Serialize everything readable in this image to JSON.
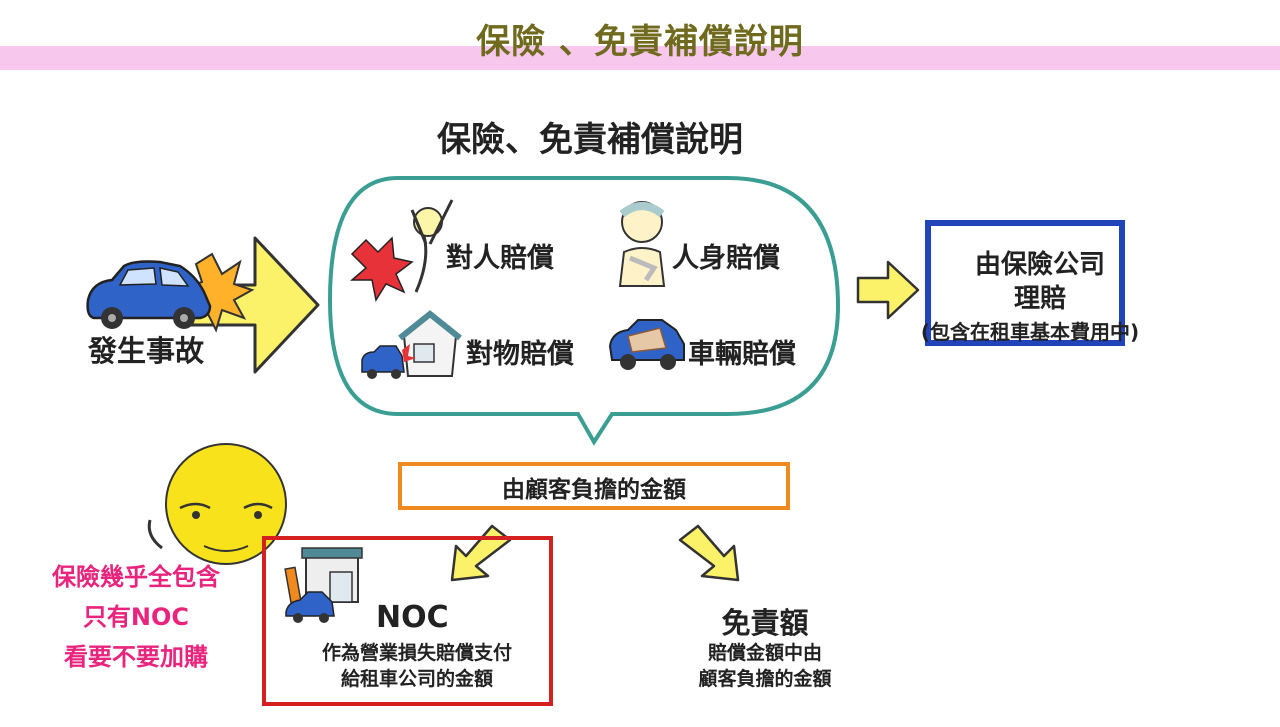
{
  "slide": {
    "title": "保險 、免責補償說明"
  },
  "diagram": {
    "title": "保險、免責補償說明",
    "start_label": "發生事故",
    "bubble_items": [
      {
        "label": "對人賠償",
        "icon": "injured-person-icon"
      },
      {
        "label": "人身賠償",
        "icon": "bandaged-person-icon"
      },
      {
        "label": "對物賠償",
        "icon": "damaged-building-icon"
      },
      {
        "label": "車輛賠償",
        "icon": "damaged-car-icon"
      }
    ],
    "insurer": {
      "line1": "由保險公司",
      "line2": "理賠",
      "note": "(包含在租車基本費用中)"
    },
    "customer_amount": "由顧客負擔的金額",
    "noc": {
      "title": "NOC",
      "line1": "作為營業損失賠償支付",
      "line2": "給租車公司的金額"
    },
    "deductible": {
      "title": "免責額",
      "line1": "賠償金額中由",
      "line2": "顧客負擔的金額"
    }
  },
  "side_note": {
    "line1": "保險幾乎全包含",
    "line2": "只有NOC",
    "line3": "看要不要加購"
  },
  "colors": {
    "title_text": "#6f6a1e",
    "band": "#f8c7ee",
    "arrow_fill": "#fbf26a",
    "insurer_border": "#2244bb",
    "customer_border": "#f08a1e",
    "noc_border": "#d42020",
    "bubble_border": "#3a9e92",
    "side_note_text": "#e8247d",
    "face": "#f7e21c"
  }
}
